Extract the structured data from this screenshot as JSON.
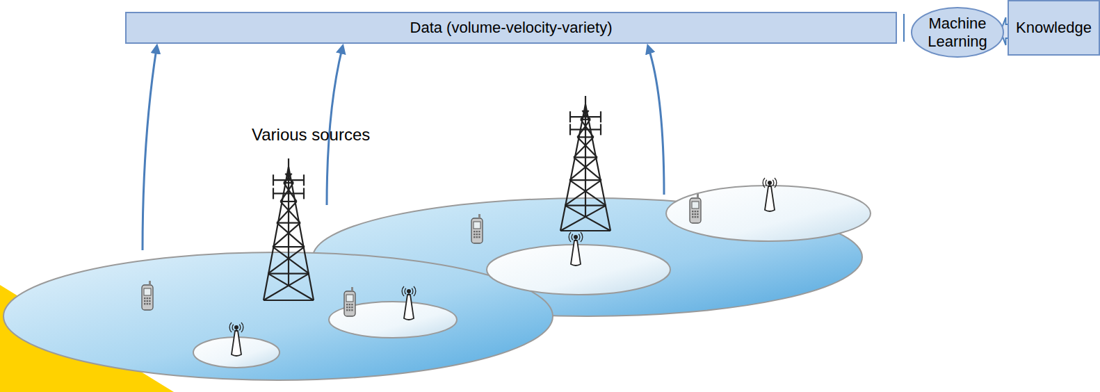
{
  "diagram": {
    "nodes": [
      {
        "text": [
          "Data (volume-velocity-variety)"
        ]
      },
      {
        "text": [
          "Machine Learning"
        ]
      },
      {
        "text": [
          "Knowledge"
        ]
      }
    ],
    "edges": [
      {
        "from": 0,
        "to": 1,
        "arrow": "to"
      },
      {
        "from": 1,
        "to": 2,
        "arrow": "to"
      }
    ],
    "labels": [
      "Various sources"
    ]
  }
}
